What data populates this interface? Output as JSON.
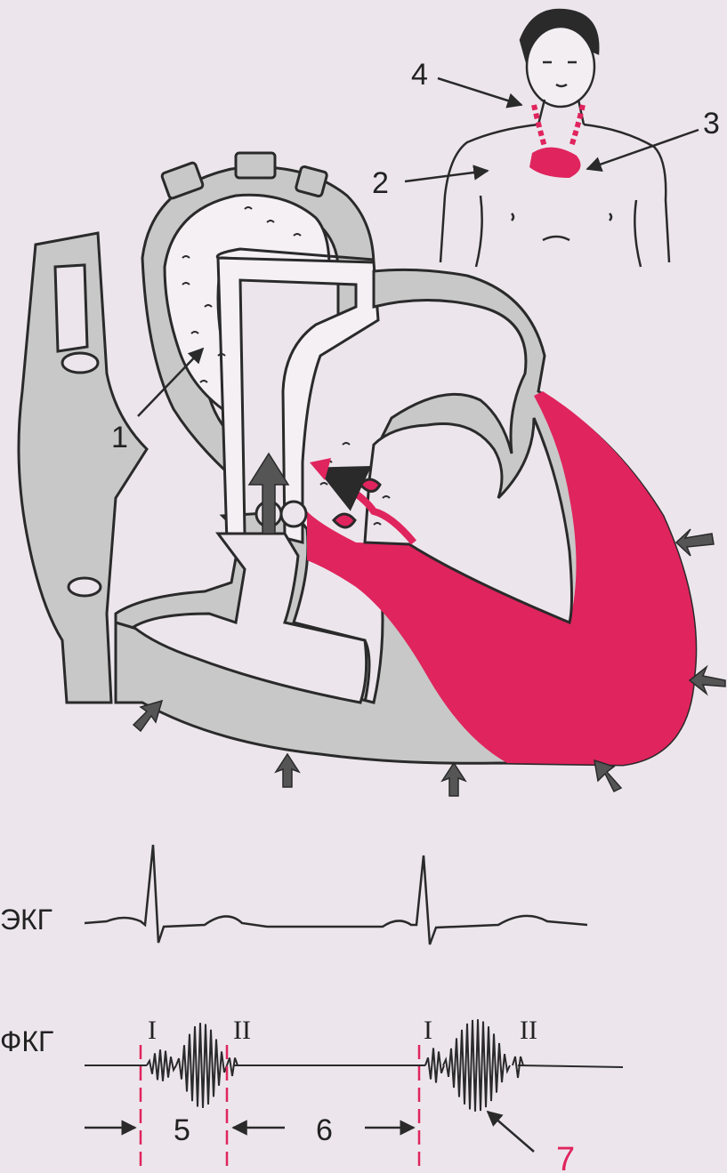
{
  "labels": {
    "l1": "1",
    "l2": "2",
    "l3": "3",
    "l4": "4",
    "l5": "5",
    "l6": "6",
    "l7": "7"
  },
  "traces": {
    "ecg": "ЭКГ",
    "pcg": "ФКГ",
    "tone_first": "I",
    "tone_second": "II"
  },
  "colors": {
    "background": "#ece6ec",
    "heart_wall": "#c8c8c8",
    "ventricle_fill": "#e0245e",
    "outline": "#2a2a2a",
    "marker_line": "#e0245e"
  },
  "icons": {
    "arrow": "arrow-icon",
    "heart": "heart-cross-section",
    "person": "person-torso-sketch"
  }
}
